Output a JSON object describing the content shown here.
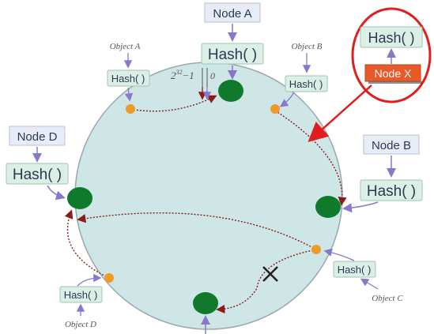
{
  "nodes": {
    "a": "Node A",
    "b": "Node B",
    "d": "Node D",
    "x": "Node X"
  },
  "hash": {
    "label": "Hash( )"
  },
  "objects": {
    "a": "Object A",
    "b": "Object B",
    "c": "Object C",
    "d": "Object D"
  },
  "ring": {
    "max_label_base": "2",
    "max_label_exp": "32",
    "max_label_suffix": "−1",
    "zero_label": "0"
  },
  "colors": {
    "ring_fill": "#cfe6e7",
    "node_fill": "#0f7a2c",
    "object_fill": "#ee9a2a",
    "box_fill": "#dcefe6",
    "node_box_fill": "#e8ecf7",
    "node_x_fill": "#e85a2a",
    "arrow": "#8a1c1c",
    "pointer": "#8878cc",
    "highlight": "#e01e1e"
  },
  "icons": {
    "removed_marker": "x-mark-icon"
  }
}
